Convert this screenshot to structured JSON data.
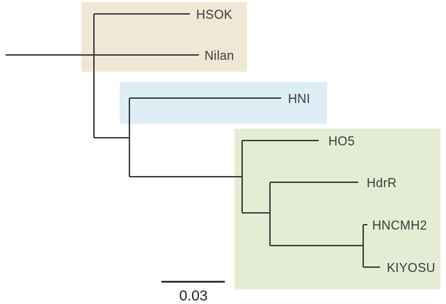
{
  "figure": {
    "type": "phylogenetic-tree",
    "background": "#ffffff",
    "line_color": "#3c3c3c",
    "text_color": "#3a3a3a",
    "topology_newick": "((HSOK,Nilan),(HNI,(HO5,(HdrR,(HNCMH2,KIYOSU)))))",
    "taxa": {
      "hsok": "HSOK",
      "nilan": "Nilan",
      "hni": "HNI",
      "ho5": "HO5",
      "hdrr": "HdrR",
      "hncmh2": "HNCMH2",
      "kiyosu": "KIYOSU"
    },
    "clades": [
      {
        "color": "#f1e7d6",
        "taxa": [
          "HSOK",
          "Nilan"
        ]
      },
      {
        "color": "#dfedf6",
        "taxa": [
          "HNI"
        ]
      },
      {
        "color": "#e5ecd4",
        "taxa": [
          "HO5",
          "HdrR",
          "HNCMH2",
          "KIYOSU"
        ]
      }
    ],
    "scale_bar": {
      "label": "0.03",
      "color": "#222222"
    }
  }
}
